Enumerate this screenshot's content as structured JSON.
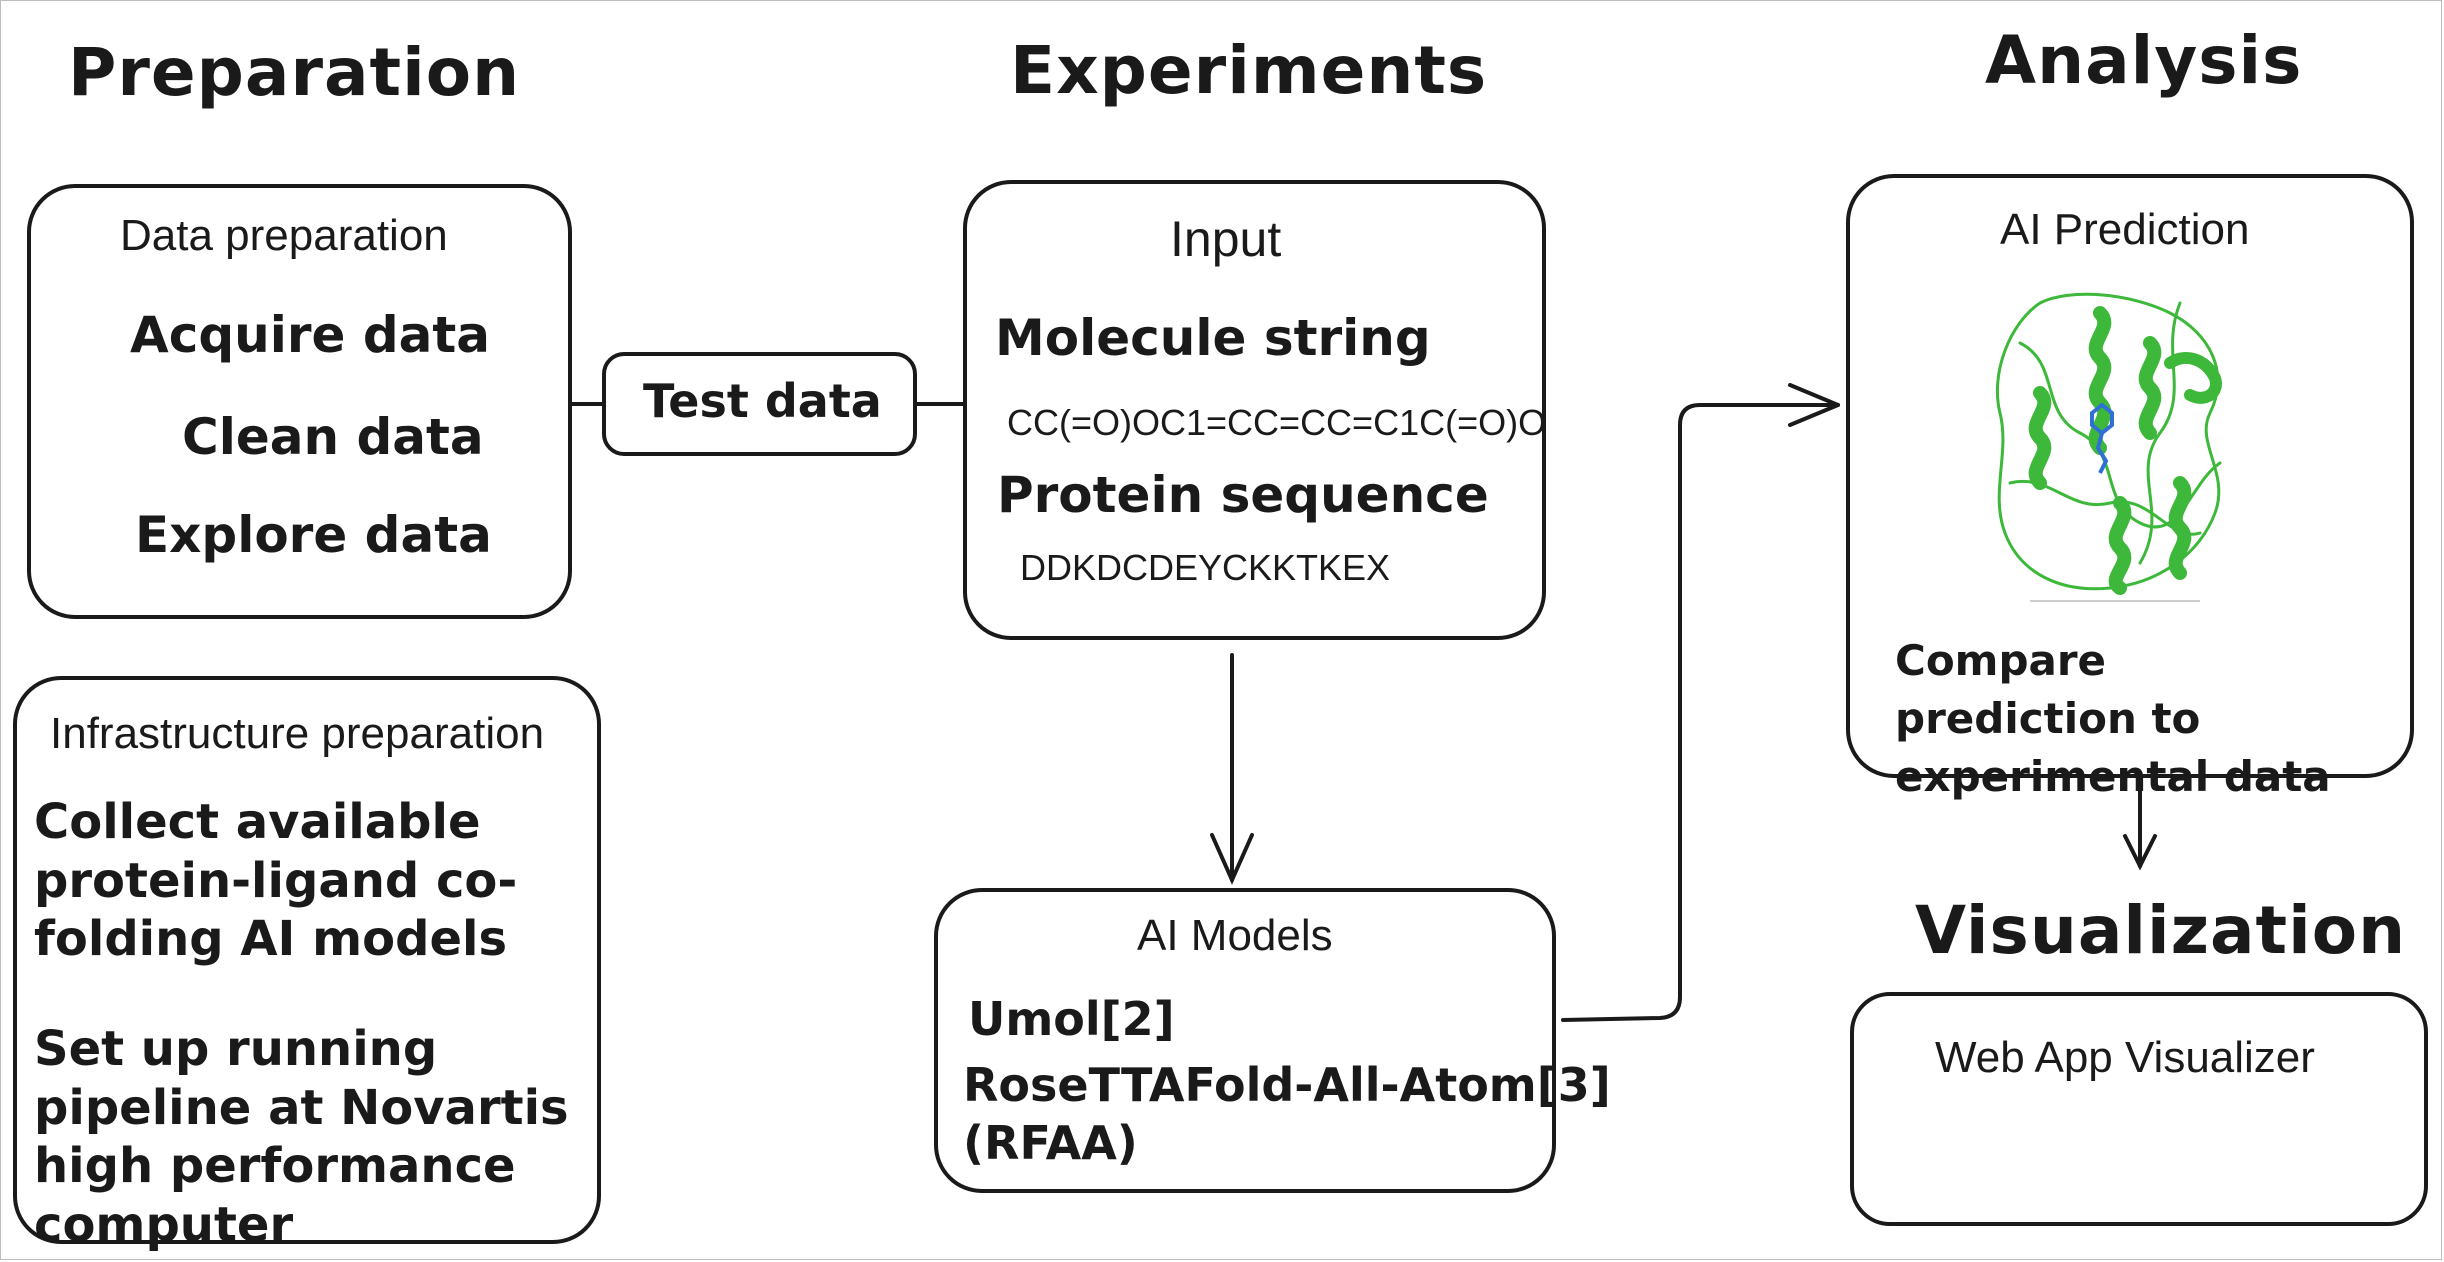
{
  "sections": {
    "preparation": "Preparation",
    "experiments": "Experiments",
    "analysis": "Analysis",
    "visualization": "Visualization"
  },
  "data_preparation": {
    "title": "Data preparation",
    "items": [
      "Acquire data",
      "Clean data",
      "Explore data"
    ]
  },
  "test_data": "Test data",
  "infrastructure": {
    "title": "Infrastructure preparation",
    "items": [
      "Collect available protein-ligand co-folding AI models",
      "Set up running pipeline at Novartis high performance computer"
    ]
  },
  "input": {
    "title": "Input",
    "molecule_label": "Molecule string",
    "molecule_value": "CC(=O)OC1=CC=CC=C1C(=O)O",
    "protein_label": "Protein sequence",
    "protein_value": "DDKDCDEYCKKTKEX"
  },
  "ai_models": {
    "title": "AI Models",
    "items": [
      "Umol[2]",
      "RoseTTAFold-All-Atom[3]",
      "(RFAA)"
    ]
  },
  "ai_prediction": {
    "title": "AI Prediction",
    "description": "Compare prediction to experimental data"
  },
  "web_app": "Web App Visualizer",
  "colors": {
    "stroke": "#1a1a1a",
    "protein_green": "#3db83a",
    "ligand_blue": "#2f6fd6"
  }
}
